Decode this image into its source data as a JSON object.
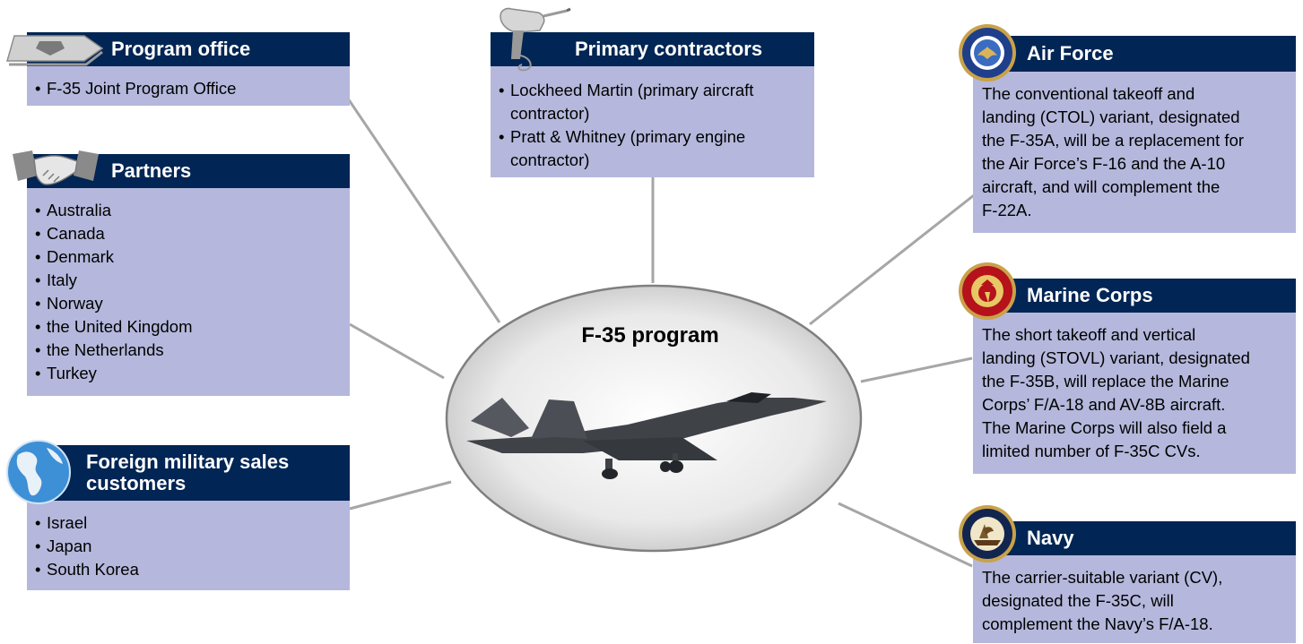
{
  "colors": {
    "header_bg": "#012554",
    "body_bg": "#b5b8dc",
    "connector": "#a6a6a6",
    "ellipse_stroke": "#7f7f7f"
  },
  "program_office": {
    "title": "Program office",
    "items": [
      "F-35 Joint Program Office"
    ],
    "icon": "badge-icon"
  },
  "partners": {
    "title": "Partners",
    "items": [
      "Australia",
      "Canada",
      "Denmark",
      "Italy",
      "Norway",
      "the United Kingdom",
      "the Netherlands",
      "Turkey"
    ],
    "icon": "handshake-icon"
  },
  "fms": {
    "title_line1": "Foreign military sales",
    "title_line2": "customers",
    "items": [
      "Israel",
      "Japan",
      "South Korea"
    ],
    "icon": "globe-icon"
  },
  "contractors": {
    "title": "Primary contractors",
    "items": [
      [
        "Lockheed Martin (primary aircraft",
        "contractor)"
      ],
      [
        "Pratt & Whitney (primary engine",
        "contractor)"
      ]
    ],
    "icon": "power-drill-icon"
  },
  "center": {
    "title": "F-35 program",
    "image": "f35-aircraft-icon"
  },
  "air_force": {
    "title": "Air Force",
    "lines": [
      "The conventional takeoff and",
      "landing (CTOL) variant, designated",
      "the F-35A, will be a replacement for",
      "the Air Force’s F-16 and the A-10",
      "aircraft, and will complement the",
      "F-22A."
    ],
    "icon": "air-force-seal-icon"
  },
  "marine_corps": {
    "title": "Marine Corps",
    "lines": [
      "The short takeoff and vertical",
      "landing (STOVL) variant, designated",
      "the F-35B, will replace the Marine",
      "Corps’ F/A-18 and AV-8B aircraft.",
      "The Marine Corps will also field a",
      "limited number of F-35C CVs."
    ],
    "icon": "marine-corps-seal-icon"
  },
  "navy": {
    "title": "Navy",
    "lines": [
      "The carrier-suitable variant (CV),",
      "designated the F-35C, will",
      "complement the Navy’s F/A-18."
    ],
    "icon": "navy-seal-icon"
  }
}
